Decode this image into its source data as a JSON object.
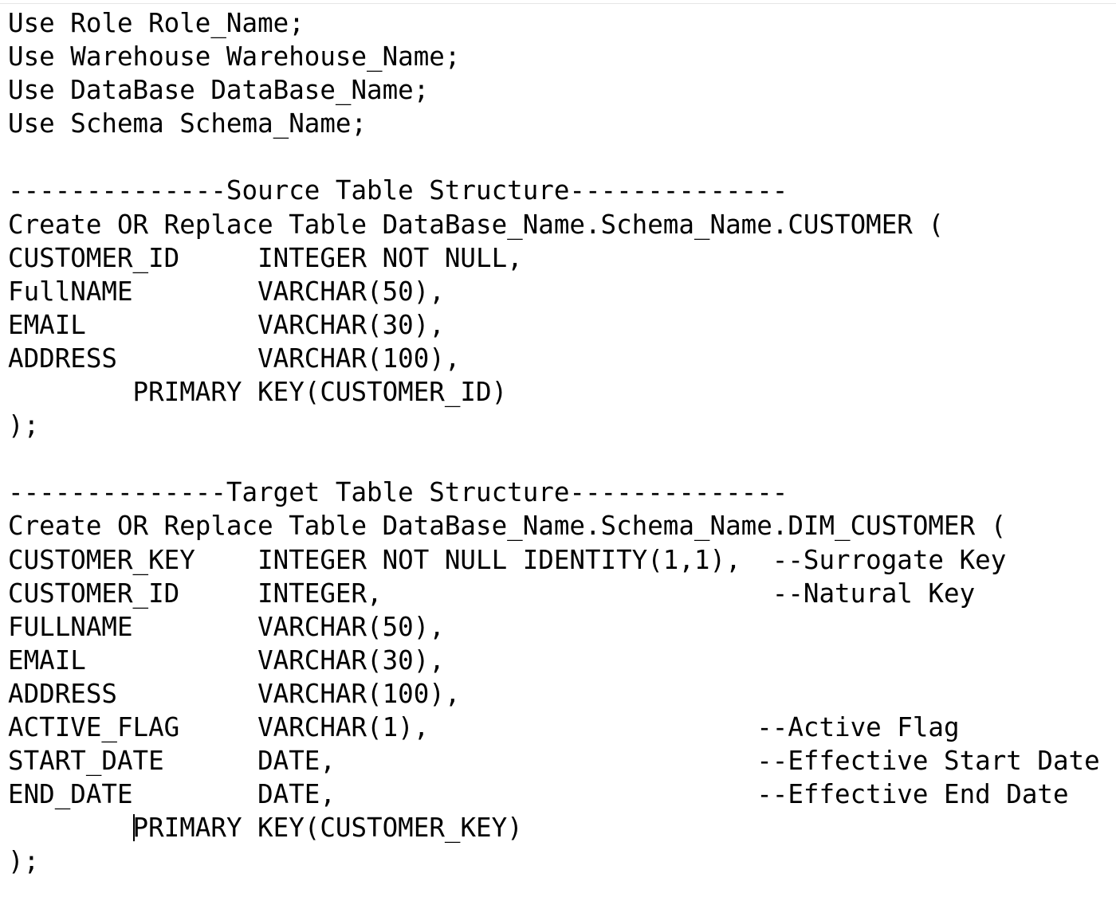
{
  "editor": {
    "lines": [
      "Use Role Role_Name;",
      "Use Warehouse Warehouse_Name;",
      "Use DataBase DataBase_Name;",
      "Use Schema Schema_Name;",
      "",
      "--------------Source Table Structure--------------",
      "Create OR Replace Table DataBase_Name.Schema_Name.CUSTOMER (",
      "CUSTOMER_ID     INTEGER NOT NULL,",
      "FullNAME        VARCHAR(50),",
      "EMAIL           VARCHAR(30),",
      "ADDRESS         VARCHAR(100),",
      "        PRIMARY KEY(CUSTOMER_ID)",
      ");",
      "",
      "--------------Target Table Structure--------------",
      "Create OR Replace Table DataBase_Name.Schema_Name.DIM_CUSTOMER (",
      "CUSTOMER_KEY    INTEGER NOT NULL IDENTITY(1,1),  --Surrogate Key",
      "CUSTOMER_ID     INTEGER,                         --Natural Key",
      "FULLNAME        VARCHAR(50),",
      "EMAIL           VARCHAR(30),",
      "ADDRESS         VARCHAR(100),",
      "ACTIVE_FLAG     VARCHAR(1),                     --Active Flag",
      "START_DATE      DATE,                           --Effective Start Date",
      "END_DATE        DATE,                           --Effective End Date",
      "        ",
      "PRIMARY KEY(CUSTOMER_KEY)",
      ");"
    ]
  }
}
